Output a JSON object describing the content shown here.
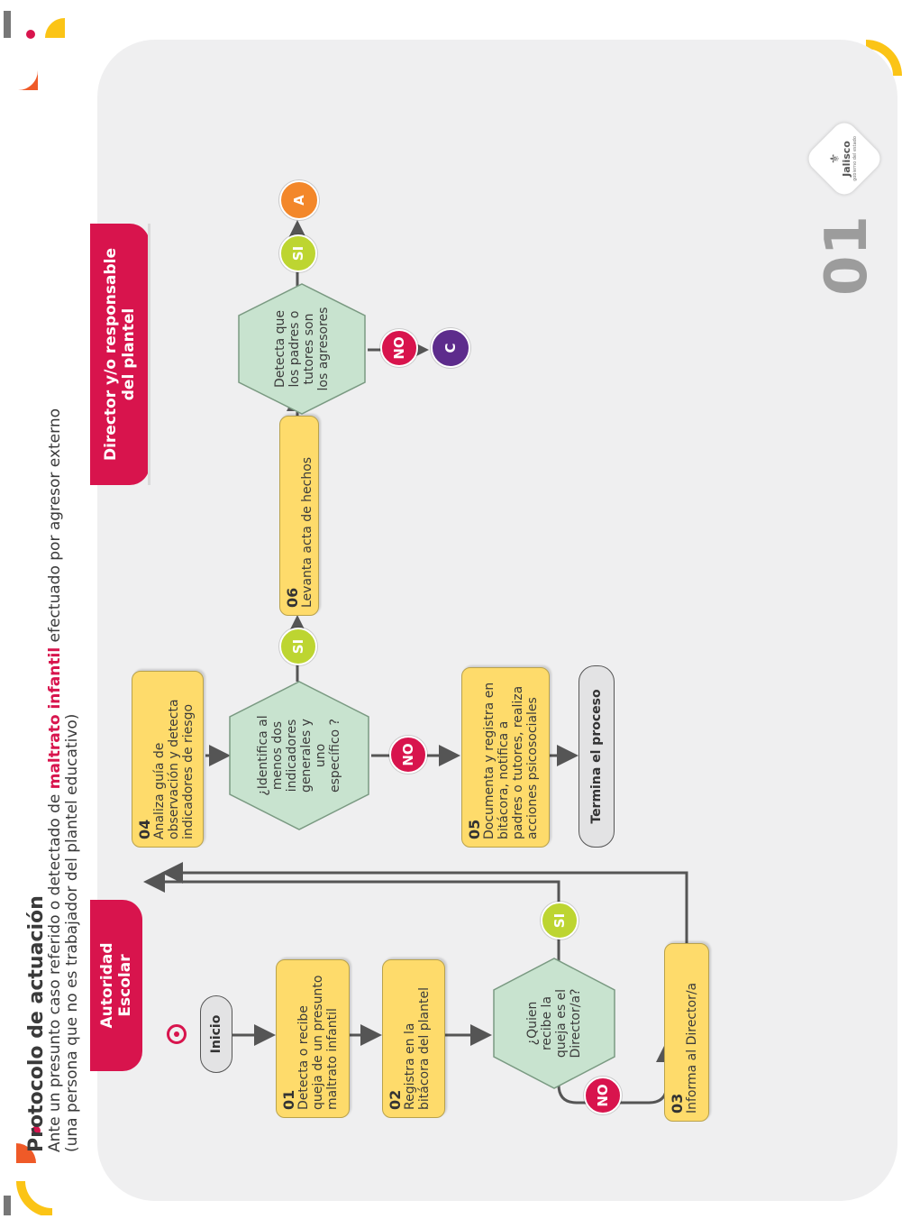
{
  "header": {
    "title": "Protocolo de actuación",
    "line1_a": "Ante un presunto caso referido o detectado de ",
    "line1_b": "maltrato infantil",
    "line1_c": " efectuado por agresor externo",
    "line2": "(una persona que no es trabajador del plantel educativo)"
  },
  "lanes": {
    "autoridad": "Autoridad Escolar",
    "director": "Director y/o responsable del plantel"
  },
  "start": "Inicio",
  "steps": {
    "s01": {
      "num": "01",
      "text": "Detecta o recibe queja de un presunto maltrato infantil"
    },
    "s02": {
      "num": "02",
      "text": "Registra en la bitácora del plantel"
    },
    "s03": {
      "num": "03",
      "text": "Informa al Director/a"
    },
    "s04": {
      "num": "04",
      "text": "Analiza guía de observación y detecta indicadores de riesgo"
    },
    "s05": {
      "num": "05",
      "text": "Documenta y registra en bitácora, notifica a padres o tutores, realiza acciones psicosociales"
    },
    "s06": {
      "num": "06",
      "text": "Levanta acta de hechos"
    }
  },
  "decisions": {
    "d1": "¿Quien recibe la queja es el Director/a?",
    "d2": "¿Identifica al menos dos indicadores generales y uno específico ?",
    "d3": "Detecta que los padres o tutores son los agresores"
  },
  "answers": {
    "si": "SI",
    "no": "NO"
  },
  "end": "Termina el proceso",
  "connectors": {
    "a": "A",
    "c": "C"
  },
  "page_number": "01",
  "logo_text": "Jalisco",
  "logo_sub": "gobierno del estado",
  "colors": {
    "magenta": "#d8144d",
    "yellow": "#fedb6b",
    "hexagon": "#c8e3cf",
    "lime": "#bdd531",
    "orange": "#f3872a",
    "purple": "#5d2c8c",
    "panel": "#efeff0"
  }
}
